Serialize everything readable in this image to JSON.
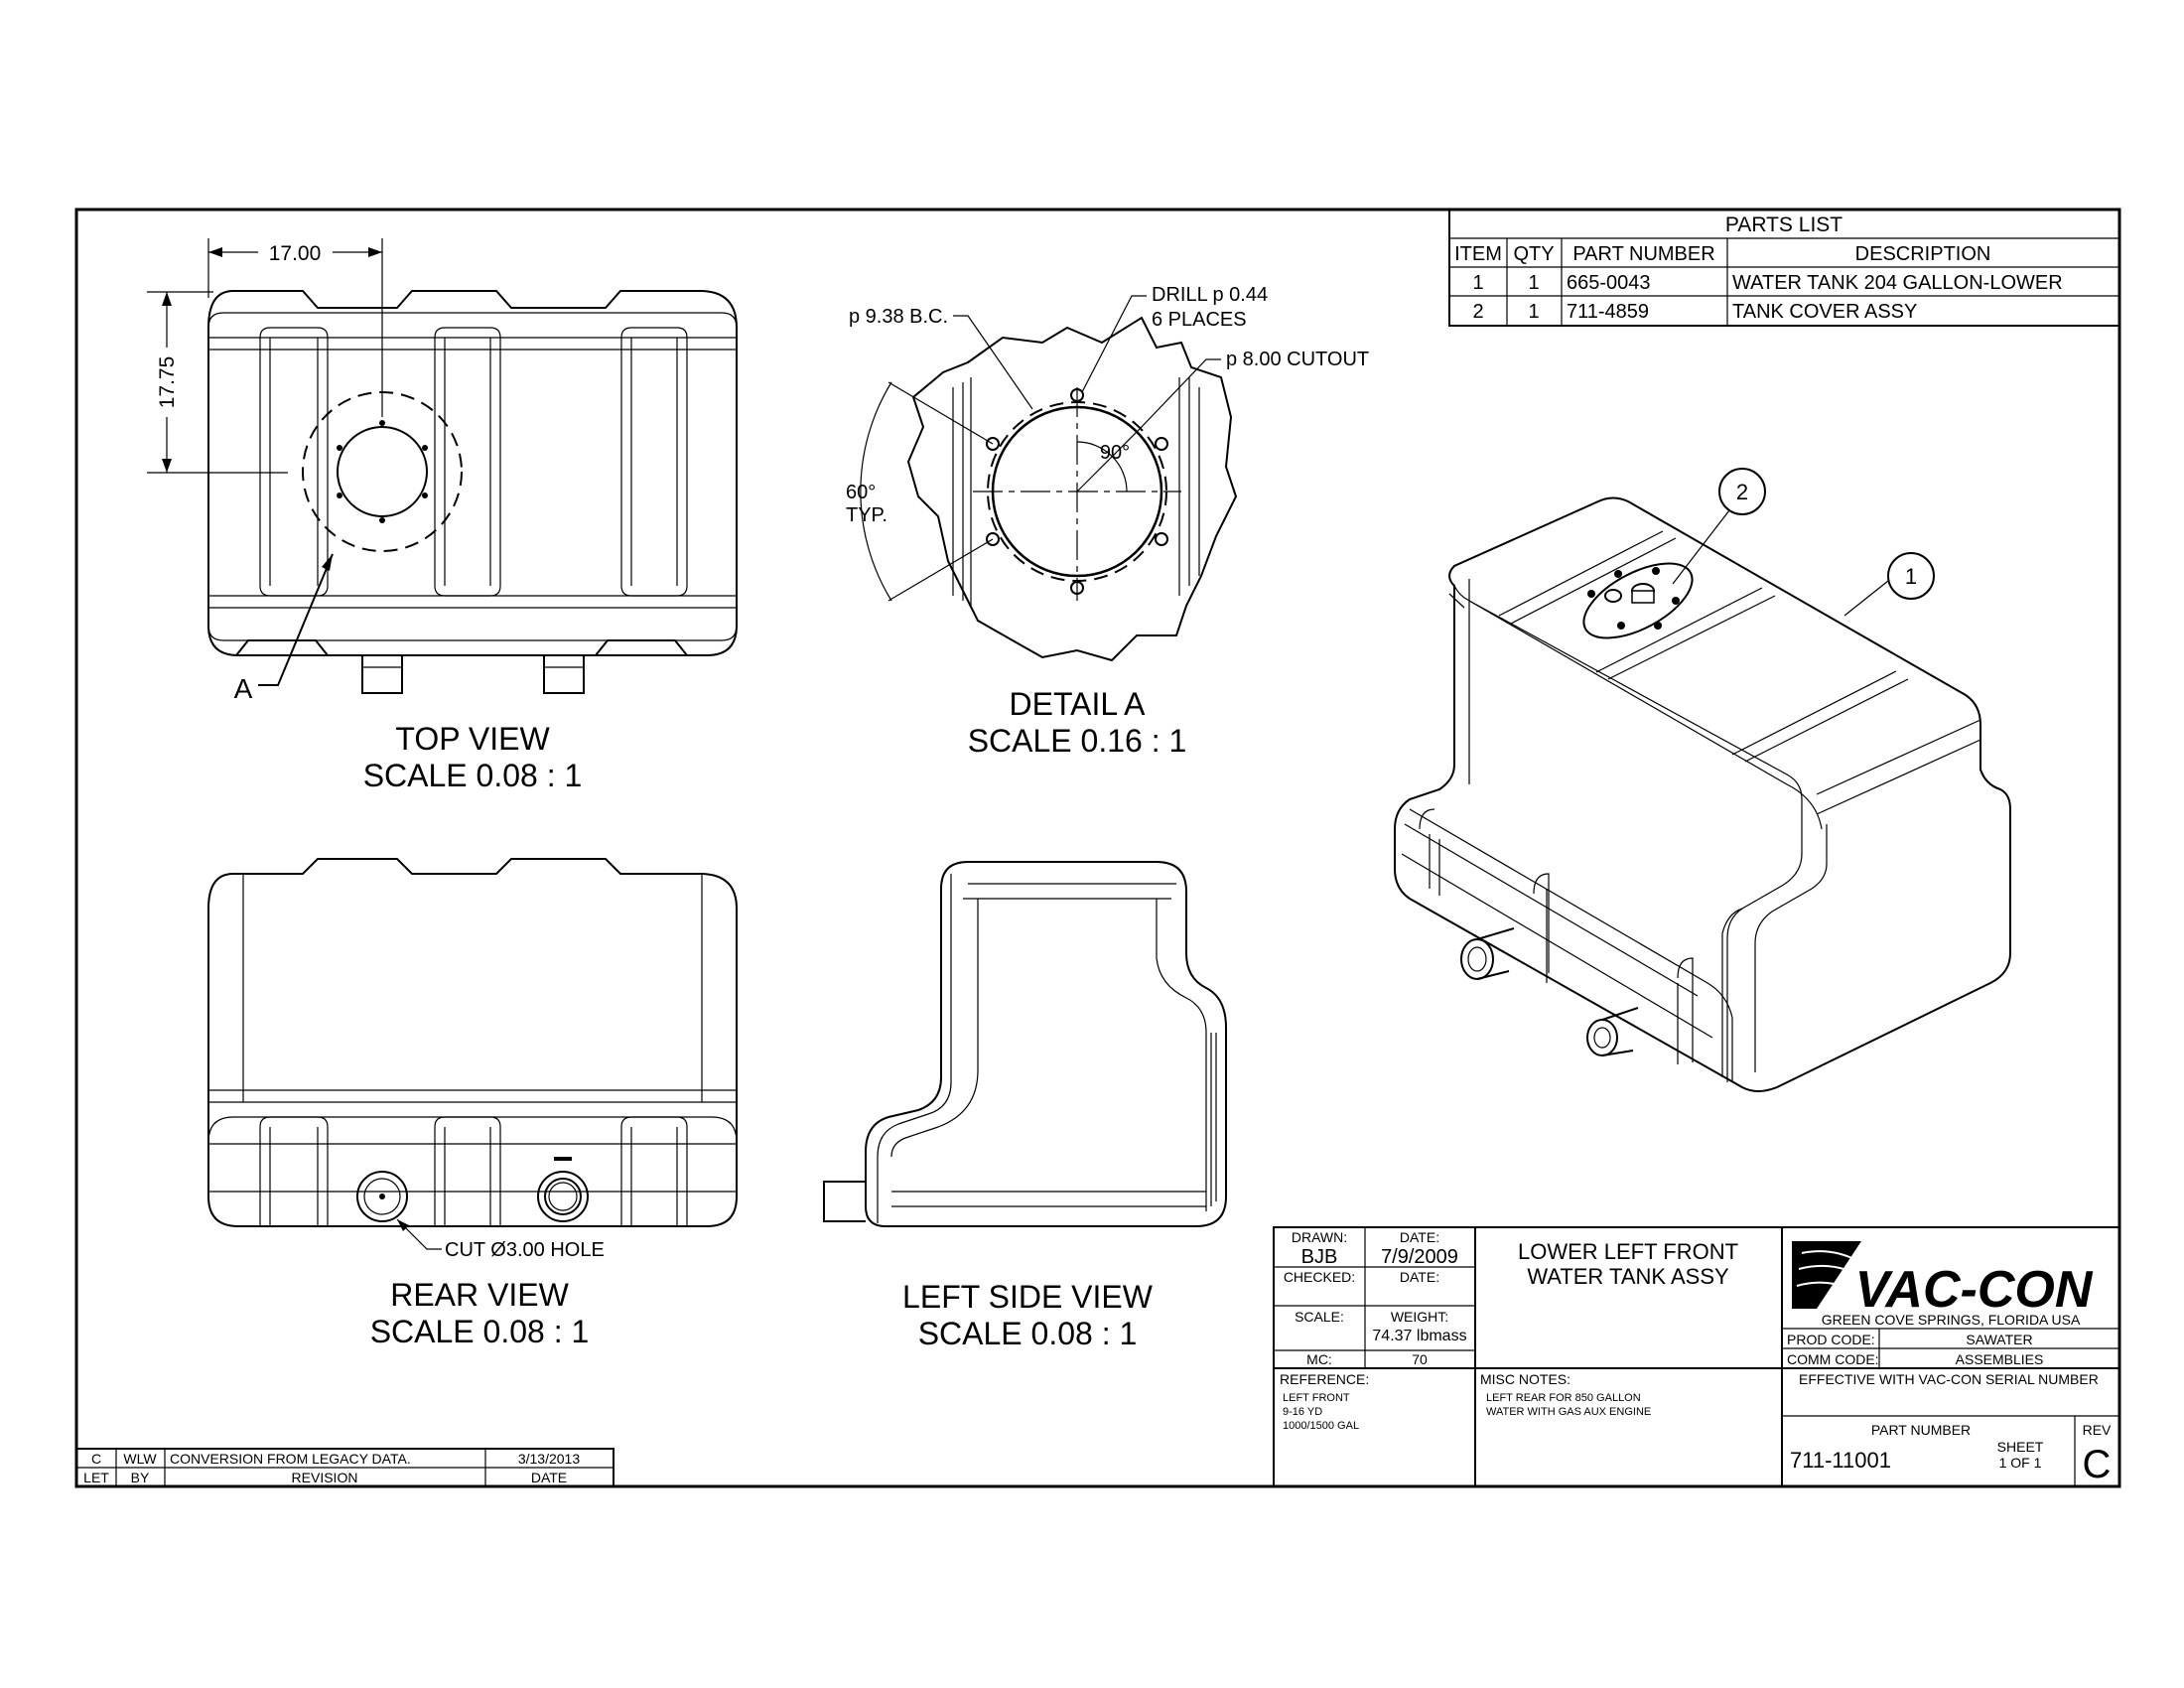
{
  "parts_list": {
    "title": "PARTS LIST",
    "headers": [
      "ITEM",
      "QTY",
      "PART NUMBER",
      "DESCRIPTION"
    ],
    "rows": [
      [
        "1",
        "1",
        "665-0043",
        "WATER TANK 204 GALLON-LOWER"
      ],
      [
        "2",
        "1",
        "711-4859",
        "TANK COVER  ASSY"
      ]
    ]
  },
  "views": {
    "top": {
      "title": "TOP VIEW",
      "scale": "SCALE 0.08 : 1",
      "dim_width": "17.00",
      "dim_height": "17.75",
      "detail_marker": "A"
    },
    "detail": {
      "title": "DETAIL  A",
      "scale": "SCALE 0.16 : 1",
      "bc_label": "p 9.38 B.C.",
      "drill_label_1": "DRILL p 0.44",
      "drill_label_2": "6 PLACES",
      "cutout_label": "p 8.00 CUTOUT",
      "angle_90": "90°",
      "angle_60_1": "60°",
      "angle_60_2": "TYP."
    },
    "rear": {
      "title": "REAR VIEW",
      "scale": "SCALE 0.08 : 1",
      "hole_note": "CUT Ø3.00 HOLE"
    },
    "left_side": {
      "title": "LEFT SIDE VIEW",
      "scale": "SCALE 0.08 : 1"
    },
    "iso": {
      "balloon_1": "1",
      "balloon_2": "2"
    }
  },
  "title_block": {
    "drawn_label": "DRAWN:",
    "drawn_value": "BJB",
    "date_label": "DATE:",
    "date_value": "7/9/2009",
    "checked_label": "CHECKED:",
    "checked_date_label": "DATE:",
    "scale_label": "SCALE:",
    "weight_label": "WEIGHT:",
    "weight_value": "74.37 lbmass",
    "mc_label": "MC:",
    "mc_value": "70",
    "title_line1": "LOWER LEFT FRONT",
    "title_line2": "WATER TANK ASSY",
    "company": "VAC-CON",
    "company_location": "GREEN COVE SPRINGS,  FLORIDA  USA",
    "prod_code_label": "PROD CODE:",
    "prod_code_value": "SAWATER",
    "comm_code_label": "COMM CODE:",
    "comm_code_value": "ASSEMBLIES",
    "reference_label": "REFERENCE:",
    "reference_lines": [
      "LEFT FRONT",
      "9-16 YD",
      "1000/1500 GAL"
    ],
    "misc_label": "MISC NOTES:",
    "misc_lines": [
      "LEFT REAR FOR 850 GALLON",
      "WATER WITH GAS AUX ENGINE"
    ],
    "effective": "EFFECTIVE WITH VAC-CON SERIAL NUMBER",
    "part_number_label": "PART NUMBER",
    "part_number_value": "711-11001",
    "sheet_label": "SHEET",
    "sheet_value": "1 OF 1",
    "rev_label": "REV",
    "rev_value": "C"
  },
  "revision_block": {
    "row": [
      "C",
      "WLW",
      "CONVERSION FROM LEGACY DATA.",
      "3/13/2013"
    ],
    "headers": [
      "LET",
      "BY",
      "REVISION",
      "DATE"
    ]
  }
}
